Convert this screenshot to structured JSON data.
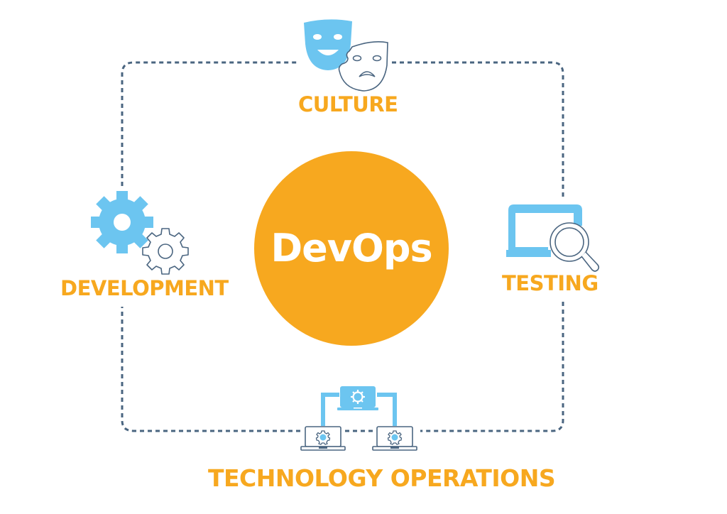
{
  "diagram": {
    "center": {
      "label": "DevOps"
    },
    "nodes": [
      {
        "id": "culture",
        "label": "CULTURE",
        "icon": "theater-masks-icon",
        "position": "top"
      },
      {
        "id": "development",
        "label": "DEVELOPMENT",
        "icon": "gears-icon",
        "position": "left"
      },
      {
        "id": "testing",
        "label": "TESTING",
        "icon": "laptop-magnifier-icon",
        "position": "right"
      },
      {
        "id": "technology-operations",
        "label": "TECHNOLOGY OPERATIONS",
        "icon": "networked-laptops-icon",
        "position": "bottom"
      }
    ],
    "connector": {
      "style": "dashed",
      "shape": "rounded-rectangle"
    }
  },
  "colors": {
    "accent_orange": "#f7a81f",
    "icon_blue": "#6cc5f0",
    "outline_slate": "#4a6580",
    "dash_slate": "#4a6580",
    "background": "#ffffff"
  }
}
